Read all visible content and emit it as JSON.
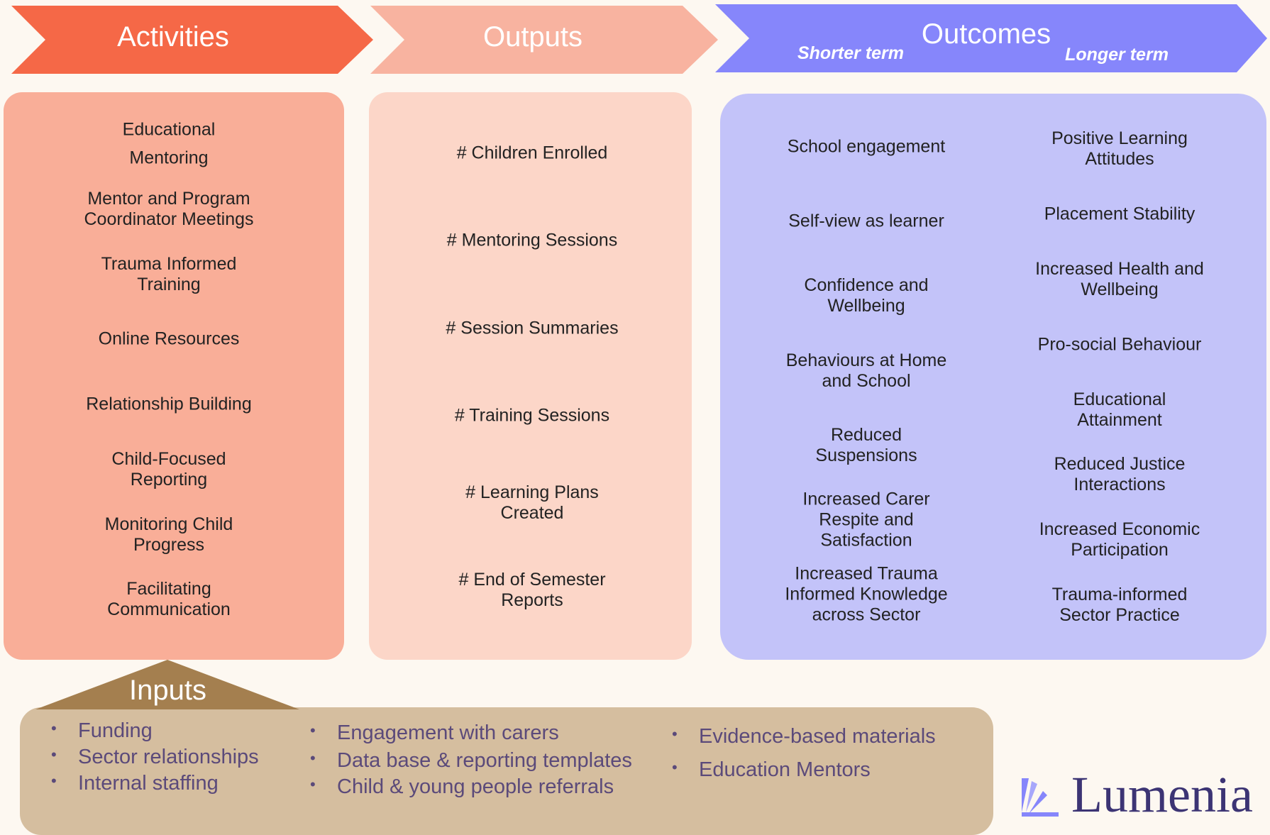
{
  "colors": {
    "activities": "#f56847",
    "outputs": "#f8b3a0",
    "outcomes": "#8686fb",
    "activities_panel": "#f9ae98",
    "outputs_panel": "#fcd6c8",
    "outcomes_panel": "#c3c3f9",
    "inputs": "#a47f4f",
    "inputs_panel": "#d5be9f",
    "brand": "#3c3474"
  },
  "header": {
    "activities": "Activities",
    "outputs": "Outputs",
    "outcomes": "Outcomes",
    "shorter_term": "Shorter term",
    "longer_term": "Longer term"
  },
  "activities": [
    "Educational",
    "Mentoring",
    "Mentor and Program\nCoordinator Meetings",
    "Trauma Informed\nTraining",
    "Online Resources",
    "Relationship Building",
    "Child-Focused\nReporting",
    "Monitoring Child\nProgress",
    "Facilitating\nCommunication"
  ],
  "outputs": [
    "# Children Enrolled",
    "# Mentoring Sessions",
    "# Session Summaries",
    "# Training Sessions",
    "# Learning Plans\nCreated",
    "# End of Semester\nReports"
  ],
  "outcomes_short": [
    "School engagement",
    "Self-view as learner",
    "Confidence and\nWellbeing",
    "Behaviours at Home\nand School",
    "Reduced\nSuspensions",
    "Increased Carer\nRespite and\nSatisfaction",
    "Increased Trauma\nInformed Knowledge\nacross Sector"
  ],
  "outcomes_long": [
    "Positive Learning\nAttitudes",
    "Placement Stability",
    "Increased Health and\nWellbeing",
    "Pro-social Behaviour",
    "Educational\nAttainment",
    "Reduced Justice\nInteractions",
    "Increased Economic\nParticipation",
    "Trauma-informed\nSector Practice"
  ],
  "inputs": {
    "title": "Inputs",
    "col1": [
      "Funding",
      "Sector relationships",
      "Internal staffing"
    ],
    "col2": [
      "Engagement with carers",
      "Data base & reporting templates",
      "Child & young people referrals"
    ],
    "col3": [
      "Evidence-based materials",
      "Education Mentors"
    ]
  },
  "logo": {
    "text": "Lumenia",
    "icon": "lumenia-logo-icon"
  }
}
